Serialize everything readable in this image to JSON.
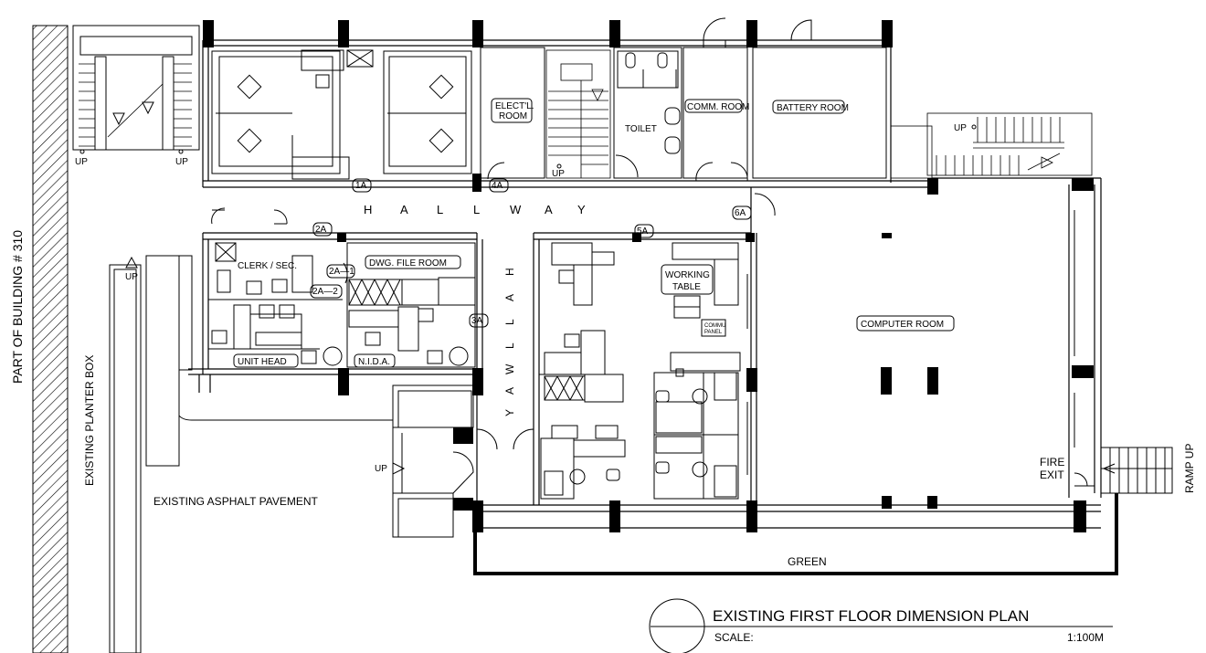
{
  "labels": {
    "building": "PART OF BUILDING # 310",
    "planter": "EXISTING PLANTER BOX",
    "asphalt": "EXISTING ASPHALT PAVEMENT",
    "green": "GREEN",
    "ramp": "RAMP UP",
    "fire_exit_1": "FIRE",
    "fire_exit_2": "EXIT",
    "clerk": "CLERK / SEC.",
    "dwg": "DWG. FILE ROOM",
    "unit_head": "UNIT HEAD",
    "nida": "N.I.D.A.",
    "elect_1": "ELECT'L.",
    "elect_2": "ROOM",
    "toilet": "TOILET",
    "comm": "COMM. ROOM",
    "battery": "BATTERY ROOM",
    "computer": "COMPUTER ROOM",
    "working_1": "WORKING",
    "working_2": "TABLE",
    "commu_1": "COMMU",
    "commu_2": "PANEL",
    "hallway_h": [
      "H",
      "A",
      "L",
      "L",
      "W",
      "A",
      "Y"
    ],
    "hallway_v": [
      "H",
      "A",
      "L",
      "L",
      "W",
      "A",
      "Y"
    ],
    "up": "UP"
  },
  "doors": {
    "d1a": "1A",
    "d4a": "4A",
    "d2a": "2A",
    "d5a": "5A",
    "d6a": "6A",
    "d2a1": "2A—1",
    "d2a2": "2A—2",
    "d3a": "3A"
  },
  "title_block": {
    "title": "EXISTING FIRST FLOOR DIMENSION PLAN",
    "scale_label": "SCALE:",
    "scale_value": "1:100M"
  }
}
